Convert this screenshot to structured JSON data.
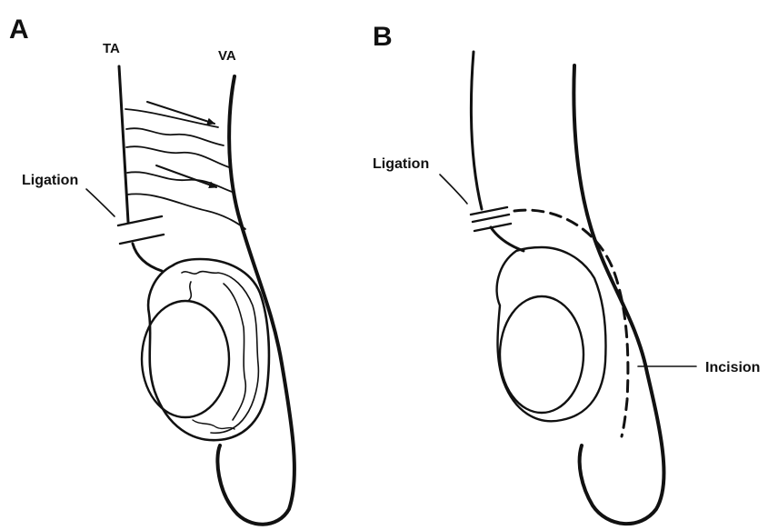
{
  "panels": [
    {
      "letter": "A",
      "labels": {
        "left_vessel": "TA",
        "right_vessel": "VA",
        "ligation": "Ligation"
      }
    },
    {
      "letter": "B",
      "labels": {
        "ligation": "Ligation",
        "incision": "Incision"
      }
    }
  ]
}
